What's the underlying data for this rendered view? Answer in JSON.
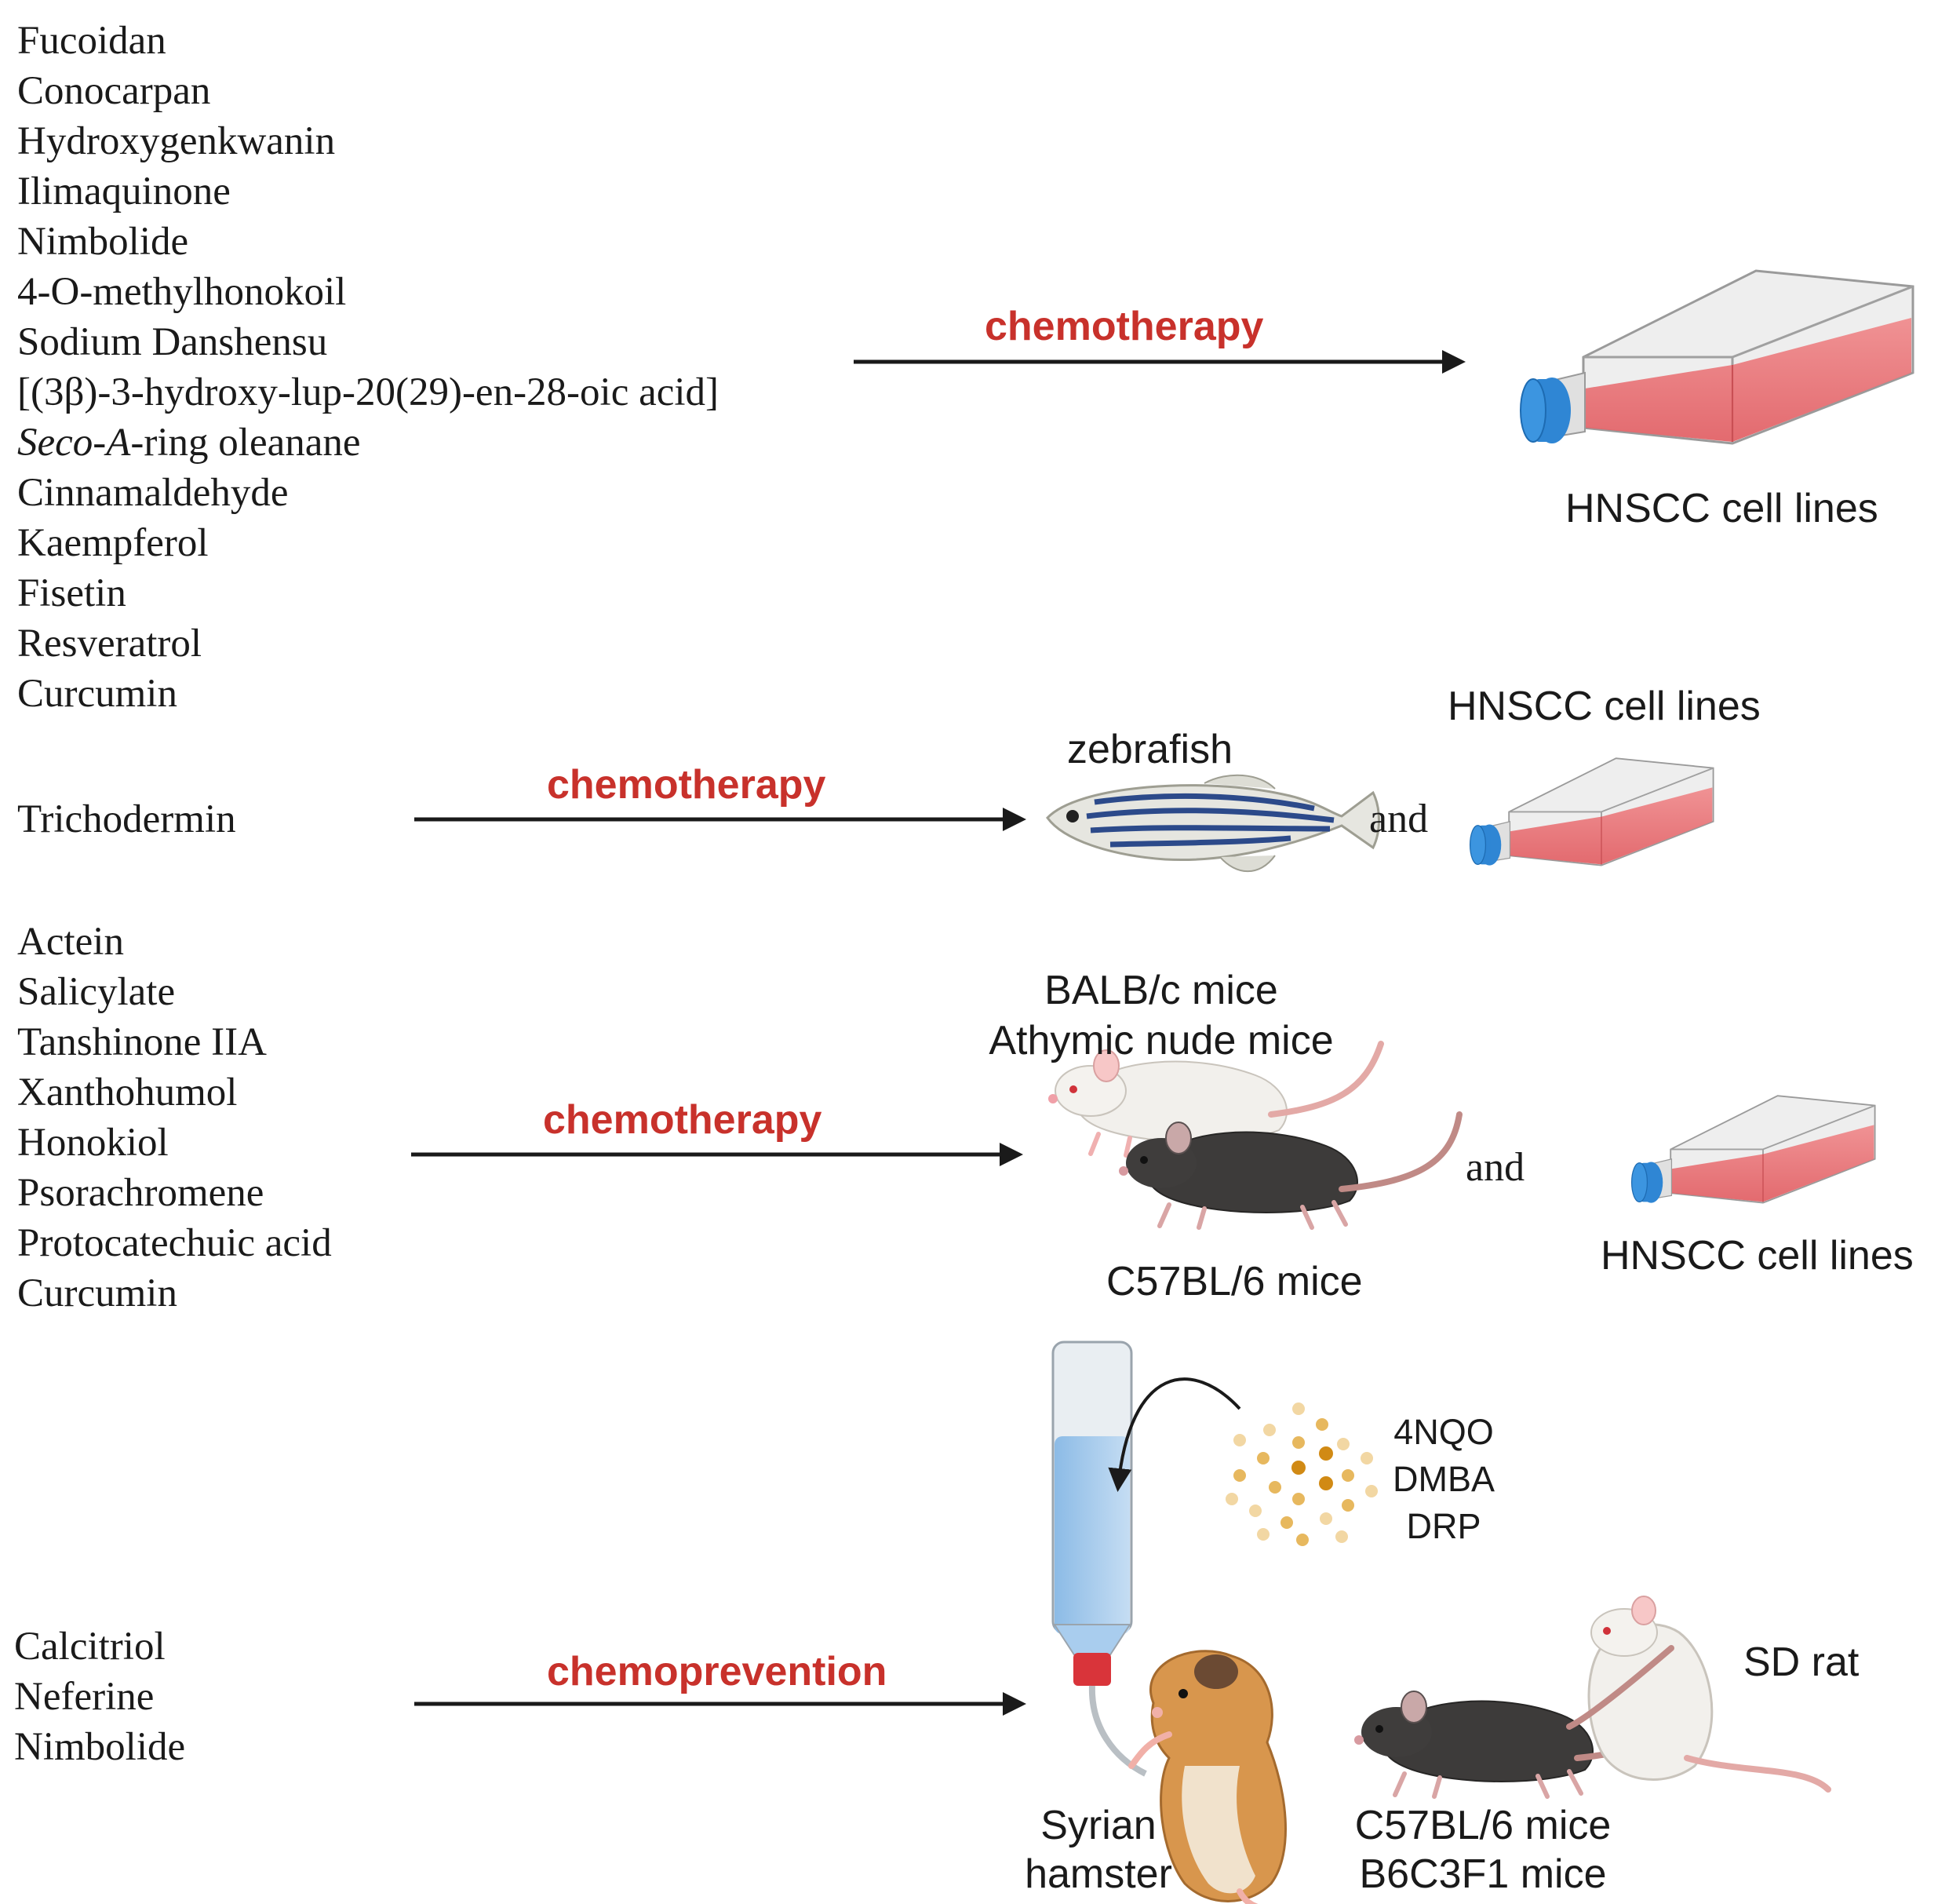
{
  "groups": [
    {
      "compounds": [
        "Fucoidan",
        "Conocarpan",
        "Hydroxygenkwanin",
        "Ilimaquinone",
        "Nimbolide",
        "4-O-methylhonokoil",
        "Sodium Danshensu",
        "[(3β)-3-hydroxy-lup-20(29)-en-28-oic acid]",
        "Cinnamaldehyde",
        "Kaempferol",
        "Fisetin",
        "Resveratrol",
        "Curcumin"
      ],
      "seco_italic_a": "Seco",
      "seco_dash": "-",
      "seco_italic_b": "A",
      "seco_rest": "-ring oleanane",
      "route": "chemotherapy",
      "model": "HNSCC cell lines"
    },
    {
      "compounds": [
        "Trichodermin"
      ],
      "route": "chemotherapy",
      "model_a": "zebrafish",
      "connector": "and",
      "model_b": "HNSCC cell lines"
    },
    {
      "compounds": [
        "Actein",
        "Salicylate",
        "Tanshinone IIA",
        "Xanthohumol",
        "Honokiol",
        "Psorachromene",
        "Protocatechuic acid",
        "Curcumin"
      ],
      "route": "chemotherapy",
      "mice_top_1": "BALB/c mice",
      "mice_top_2": "Athymic nude mice",
      "mice_bottom": "C57BL/6 mice",
      "connector": "and",
      "model_b": "HNSCC cell lines"
    },
    {
      "compounds": [
        "Calcitriol",
        "Neferine",
        "Nimbolide"
      ],
      "route": "chemoprevention",
      "carcinogens": [
        "4NQO",
        "DMBA",
        "DRP"
      ],
      "hamster_1": "Syrian",
      "hamster_2": "hamster",
      "mice_1": "C57BL/6 mice",
      "mice_2": "B6C3F1 mice",
      "rat": "SD rat"
    }
  ],
  "colors": {
    "route_text": "#c8312b",
    "arrow": "#1a1a1a",
    "flask_medium": "#e8686c",
    "flask_cap": "#2f86d4",
    "fish_stripe": "#2c4a8a"
  },
  "icons": [
    "culture-flask-icon",
    "zebrafish-icon",
    "white-mouse-icon",
    "black-mouse-icon",
    "water-bottle-icon",
    "carcinogen-particles-icon",
    "hamster-icon",
    "rat-icon"
  ]
}
